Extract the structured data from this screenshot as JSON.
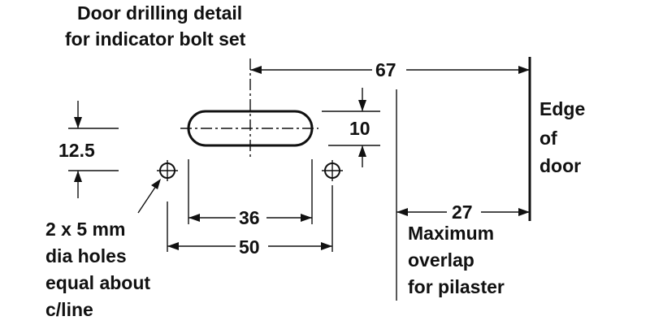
{
  "title": {
    "line1": "Door drilling detail",
    "line2": "for indicator bolt set"
  },
  "dimensions": {
    "overall": "67",
    "slot_height": "10",
    "hole_offset": "12.5",
    "slot_length": "36",
    "hole_spacing": "50",
    "overlap": "27"
  },
  "labels": {
    "edge": [
      "Edge",
      "of",
      "door"
    ],
    "holes": [
      "2 x 5 mm",
      "dia holes",
      "equal about",
      "c/line"
    ],
    "overlap": [
      "Maximum",
      "overlap",
      "for pilaster"
    ]
  },
  "colors": {
    "ink": "#111111",
    "background": "#ffffff"
  }
}
